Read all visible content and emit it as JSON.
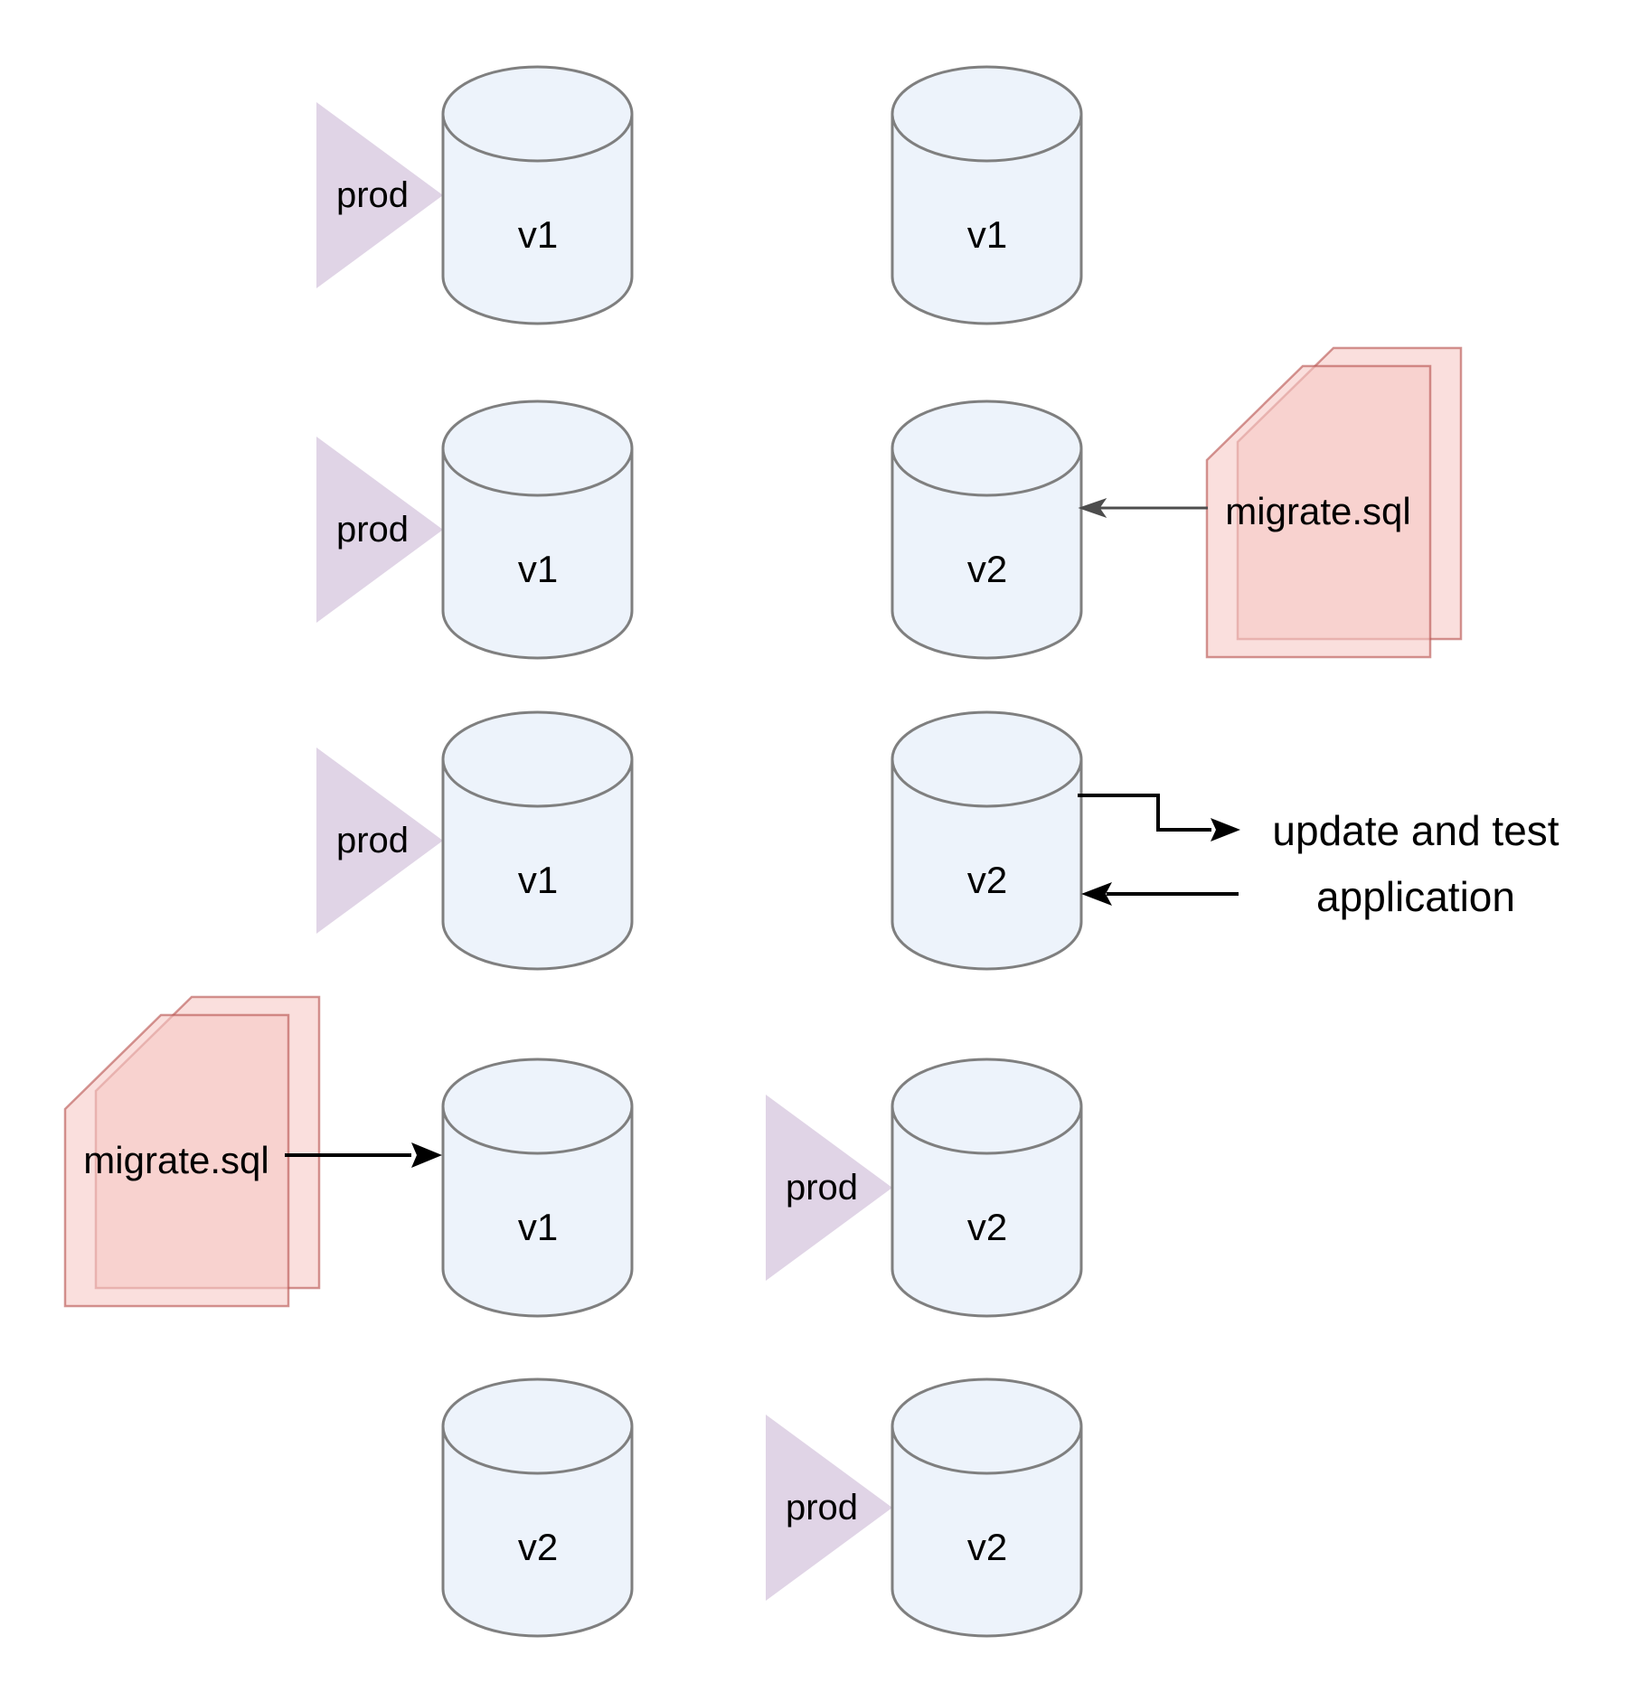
{
  "diagram": {
    "title_hint": "blue-green database migration flow",
    "labels": {
      "prod": "prod",
      "migrate_sql": "migrate.sql"
    },
    "annotation": {
      "line1": "update and test",
      "line2": "application"
    },
    "rows": [
      {
        "left": {
          "db": "v1",
          "marker": "prod"
        },
        "right": {
          "db": "v1"
        }
      },
      {
        "left": {
          "db": "v1",
          "marker": "prod"
        },
        "right": {
          "db": "v2",
          "input": "migrate.sql",
          "arrow": "doc-into-db"
        }
      },
      {
        "left": {
          "db": "v1",
          "marker": "prod"
        },
        "right": {
          "db": "v2",
          "note": "update and test application",
          "arrows": "db-to-note, note-to-db"
        }
      },
      {
        "left": {
          "db": "v1",
          "input": "migrate.sql",
          "arrow": "doc-into-db"
        },
        "right": {
          "db": "v2",
          "marker": "prod"
        }
      },
      {
        "left": {
          "db": "v2"
        },
        "right": {
          "db": "v2",
          "marker": "prod"
        }
      }
    ],
    "colors": {
      "background": "#ffffff",
      "cylinder_fill": "#edf3fb",
      "cylinder_stroke": "#7f7f7f",
      "triangle_fill": "#e0d4e6",
      "doc_fill": "#f8cecc",
      "doc_stroke": "#b85450",
      "arrow_gray": "#4d4d4d",
      "arrow_black": "#000000",
      "text": "#000000"
    }
  }
}
